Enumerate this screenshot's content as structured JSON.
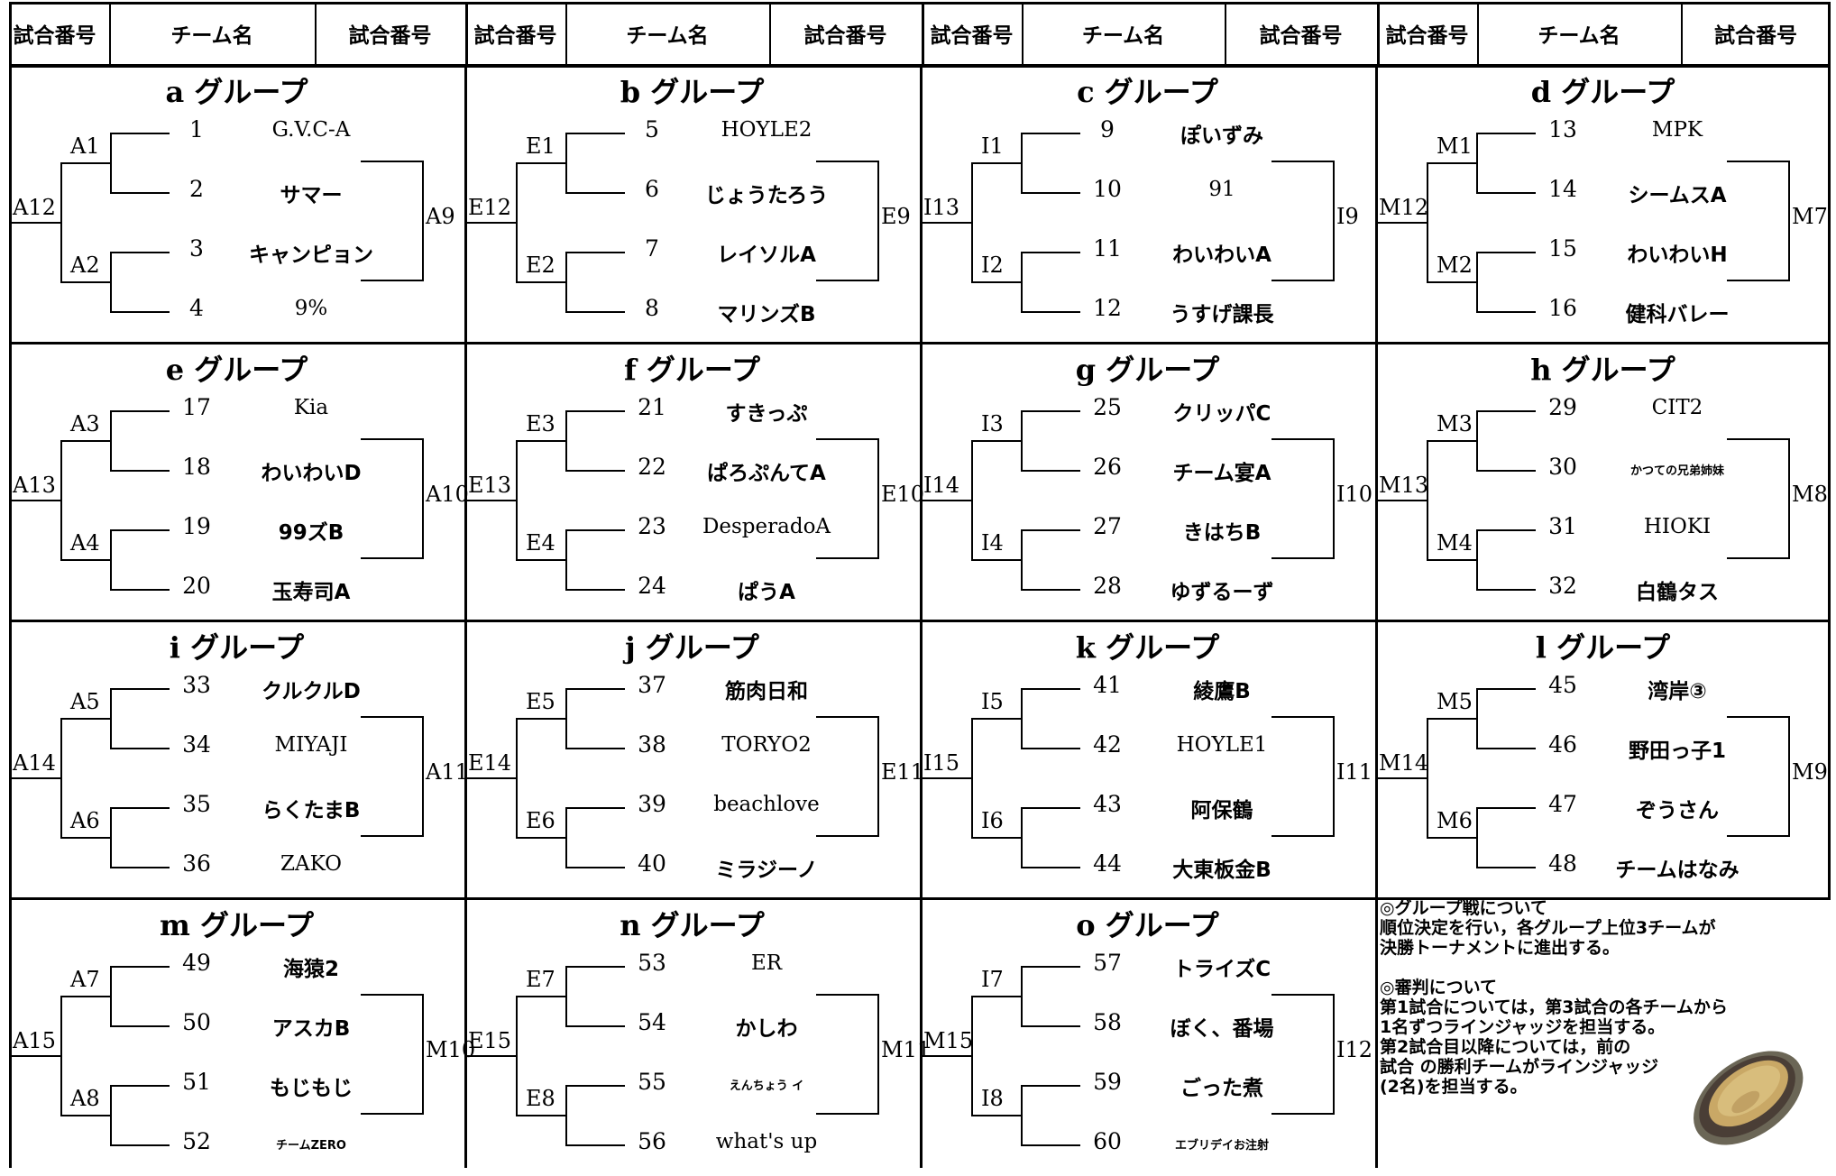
{
  "header": {
    "columns": [
      "試合番号",
      "チーム名",
      "試合番号",
      "試合番号",
      "チーム名",
      "試合番号",
      "試合番号",
      "チーム名",
      "試合番号",
      "試合番号",
      "チーム名",
      "試合番号"
    ]
  },
  "groups": [
    {
      "title": "a グループ",
      "m_top": "A1",
      "m_bot": "A2",
      "m_left": "A12",
      "m_right": "A9",
      "teams": [
        {
          "seed": "1",
          "name": "G.V.C-A"
        },
        {
          "seed": "2",
          "name": "サマー"
        },
        {
          "seed": "3",
          "name": "キャンピョン"
        },
        {
          "seed": "4",
          "name": "9%"
        }
      ]
    },
    {
      "title": "b グループ",
      "m_top": "E1",
      "m_bot": "E2",
      "m_left": "E12",
      "m_right": "E9",
      "teams": [
        {
          "seed": "5",
          "name": "HOYLE2"
        },
        {
          "seed": "6",
          "name": "じょうたろう"
        },
        {
          "seed": "7",
          "name": "レイソルA"
        },
        {
          "seed": "8",
          "name": "マリンズB"
        }
      ]
    },
    {
      "title": "c グループ",
      "m_top": "I1",
      "m_bot": "I2",
      "m_left": "I13",
      "m_right": "I9",
      "teams": [
        {
          "seed": "9",
          "name": "ぽいずみ"
        },
        {
          "seed": "10",
          "name": "91"
        },
        {
          "seed": "11",
          "name": "わいわいA"
        },
        {
          "seed": "12",
          "name": "うすげ課長"
        }
      ]
    },
    {
      "title": "d グループ",
      "m_top": "M1",
      "m_bot": "M2",
      "m_left": "M12",
      "m_right": "M7",
      "teams": [
        {
          "seed": "13",
          "name": "MPK"
        },
        {
          "seed": "14",
          "name": "シームスA"
        },
        {
          "seed": "15",
          "name": "わいわいH"
        },
        {
          "seed": "16",
          "name": "健科バレー"
        }
      ]
    },
    {
      "title": "e グループ",
      "m_top": "A3",
      "m_bot": "A4",
      "m_left": "A13",
      "m_right": "A10",
      "teams": [
        {
          "seed": "17",
          "name": "Kia"
        },
        {
          "seed": "18",
          "name": "わいわいD"
        },
        {
          "seed": "19",
          "name": "99ズB"
        },
        {
          "seed": "20",
          "name": "玉寿司A"
        }
      ]
    },
    {
      "title": "f グループ",
      "m_top": "E3",
      "m_bot": "E4",
      "m_left": "E13",
      "m_right": "E10",
      "teams": [
        {
          "seed": "21",
          "name": "すきっぷ"
        },
        {
          "seed": "22",
          "name": "ぱろぷんてA"
        },
        {
          "seed": "23",
          "name": "DesperadoA"
        },
        {
          "seed": "24",
          "name": "ぱうA"
        }
      ]
    },
    {
      "title": "g グループ",
      "m_top": "I3",
      "m_bot": "I4",
      "m_left": "I14",
      "m_right": "I10",
      "teams": [
        {
          "seed": "25",
          "name": "クリッパC"
        },
        {
          "seed": "26",
          "name": "チーム宴A"
        },
        {
          "seed": "27",
          "name": "きはちB"
        },
        {
          "seed": "28",
          "name": "ゆずるーず"
        }
      ]
    },
    {
      "title": "h グループ",
      "m_top": "M3",
      "m_bot": "M4",
      "m_left": "M13",
      "m_right": "M8",
      "teams": [
        {
          "seed": "29",
          "name": "CIT2"
        },
        {
          "seed": "30",
          "name": "かつての兄弟姉妹"
        },
        {
          "seed": "31",
          "name": "HIOKI"
        },
        {
          "seed": "32",
          "name": "白鶴タス"
        }
      ]
    },
    {
      "title": "i グループ",
      "m_top": "A5",
      "m_bot": "A6",
      "m_left": "A14",
      "m_right": "A11",
      "teams": [
        {
          "seed": "33",
          "name": "クルクルD"
        },
        {
          "seed": "34",
          "name": "MIYAJI"
        },
        {
          "seed": "35",
          "name": "らくたまB"
        },
        {
          "seed": "36",
          "name": "ZAKO"
        }
      ]
    },
    {
      "title": "j グループ",
      "m_top": "E5",
      "m_bot": "E6",
      "m_left": "E14",
      "m_right": "E11",
      "teams": [
        {
          "seed": "37",
          "name": "筋肉日和"
        },
        {
          "seed": "38",
          "name": "TORYO2"
        },
        {
          "seed": "39",
          "name": "beachlove"
        },
        {
          "seed": "40",
          "name": "ミラジーノ"
        }
      ]
    },
    {
      "title": "k グループ",
      "m_top": "I5",
      "m_bot": "I6",
      "m_left": "I15",
      "m_right": "I11",
      "teams": [
        {
          "seed": "41",
          "name": "綾鷹B"
        },
        {
          "seed": "42",
          "name": "HOYLE1"
        },
        {
          "seed": "43",
          "name": "阿保鶴"
        },
        {
          "seed": "44",
          "name": "大東板金B"
        }
      ]
    },
    {
      "title": "l グループ",
      "m_top": "M5",
      "m_bot": "M6",
      "m_left": "M14",
      "m_right": "M9",
      "teams": [
        {
          "seed": "45",
          "name": "湾岸③"
        },
        {
          "seed": "46",
          "name": "野田っ子1"
        },
        {
          "seed": "47",
          "name": "ぞうさん"
        },
        {
          "seed": "48",
          "name": "チームはなみ"
        }
      ]
    },
    {
      "title": "m グループ",
      "m_top": "A7",
      "m_bot": "A8",
      "m_left": "A15",
      "m_right": "M10",
      "teams": [
        {
          "seed": "49",
          "name": "海猿2"
        },
        {
          "seed": "50",
          "name": "アスカB"
        },
        {
          "seed": "51",
          "name": "もじもじ"
        },
        {
          "seed": "52",
          "name": "チームZERO"
        }
      ]
    },
    {
      "title": "n グループ",
      "m_top": "E7",
      "m_bot": "E8",
      "m_left": "E15",
      "m_right": "M11",
      "teams": [
        {
          "seed": "53",
          "name": "ER"
        },
        {
          "seed": "54",
          "name": "かしわ"
        },
        {
          "seed": "55",
          "name": "えんちょう イ"
        },
        {
          "seed": "56",
          "name": "what's up"
        }
      ]
    },
    {
      "title": "o グループ",
      "m_top": "I7",
      "m_bot": "I8",
      "m_left": "M15",
      "m_right": "I12",
      "teams": [
        {
          "seed": "57",
          "name": "トライズC"
        },
        {
          "seed": "58",
          "name": "ぼく、番場"
        },
        {
          "seed": "59",
          "name": "ごった煮"
        },
        {
          "seed": "60",
          "name": "エブリデイお注射"
        }
      ]
    }
  ],
  "notes": {
    "lines": [
      "◎グループ戦について",
      " 順位決定を行い，各グループ上位3チームが",
      " 決勝トーナメントに進出する。",
      "",
      "◎審判について",
      " 第1試合については，第3試合の各チームから",
      " 1名ずつラインジャッジを担当する。",
      " 第2試合目以降については，前の",
      " 試合 の勝利チームがラインジャッジ",
      " (2名)を担当する。"
    ],
    "illustration": "abalone-shell-icon"
  }
}
